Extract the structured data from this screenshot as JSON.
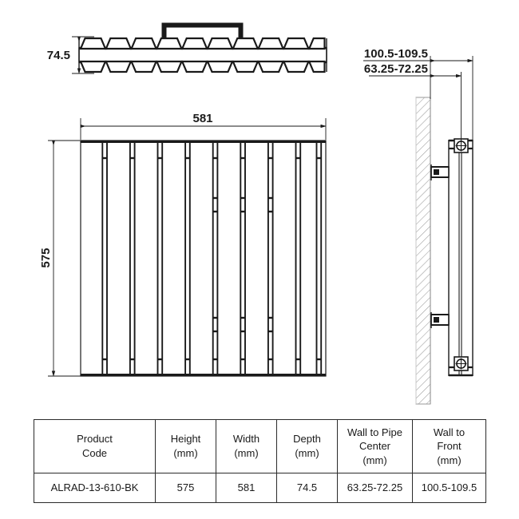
{
  "drawing": {
    "title": "Radiator technical drawing",
    "views": {
      "top_view": {
        "name": "top-view",
        "fin_count": 10,
        "bracket": "mounting-bracket"
      },
      "front_view": {
        "name": "front-view",
        "fin_count": 10
      },
      "side_view": {
        "name": "side-view",
        "wall": "hatched-wall",
        "pipe_fittings": 2,
        "wall_brackets": 2
      }
    },
    "dimensions": {
      "depth": "74.5",
      "width": "581",
      "height": "575",
      "wall_to_front": "100.5-109.5",
      "wall_to_pipe_center": "63.25-72.25"
    }
  },
  "spec_table": {
    "headers": [
      {
        "line1": "Product",
        "line2": "Code"
      },
      {
        "line1": "Height",
        "line2": "(mm)"
      },
      {
        "line1": "Width",
        "line2": "(mm)"
      },
      {
        "line1": "Depth",
        "line2": "(mm)"
      },
      {
        "line1": "Wall to Pipe",
        "line2": "Center",
        "line3": "(mm)"
      },
      {
        "line1": "Wall to",
        "line2": "Front",
        "line3": "(mm)"
      }
    ],
    "rows": [
      {
        "product_code": "ALRAD-13-610-BK",
        "height": "575",
        "width": "581",
        "depth": "74.5",
        "wall_to_pipe_center": "63.25-72.25",
        "wall_to_front": "100.5-109.5"
      }
    ]
  },
  "colors": {
    "line": "#1a1a1a",
    "thin_line": "#555555",
    "hatch": "#9a9a9a",
    "background": "#ffffff"
  }
}
